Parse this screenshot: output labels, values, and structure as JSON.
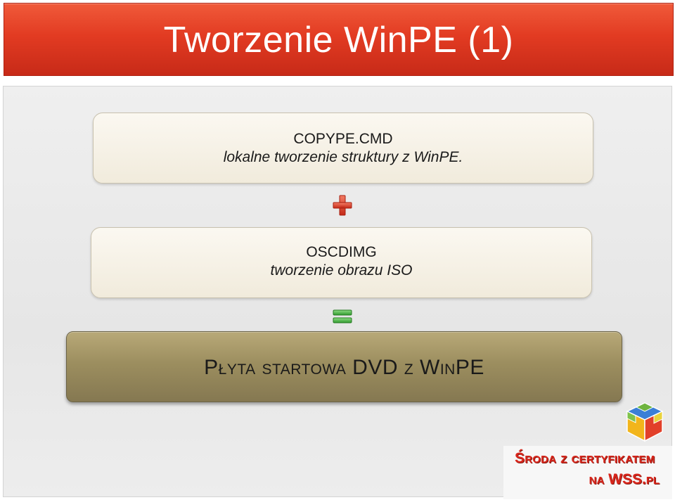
{
  "slide": {
    "title": "Tworzenie WinPE (1)"
  },
  "steps": [
    {
      "command": "COPYPE.CMD",
      "description": "lokalne tworzenie struktury z WinPE."
    },
    {
      "command": "OSCDIMG",
      "description": "tworzenie obrazu ISO"
    }
  ],
  "operators": {
    "plus": "plus-icon",
    "equals": "equals-icon"
  },
  "result": {
    "label": "Płyta startowa DVD z WinPE"
  },
  "footer": {
    "line1": "Środa z certyfikatem",
    "line2": "na WSS.pl"
  },
  "colors": {
    "title_bar": "#e23b22",
    "box_fill": "#f4efe3",
    "result_fill": "#9c8e5f",
    "plus": "#d93a25",
    "equals": "#3fae3a",
    "footer_text": "#d9261c"
  }
}
